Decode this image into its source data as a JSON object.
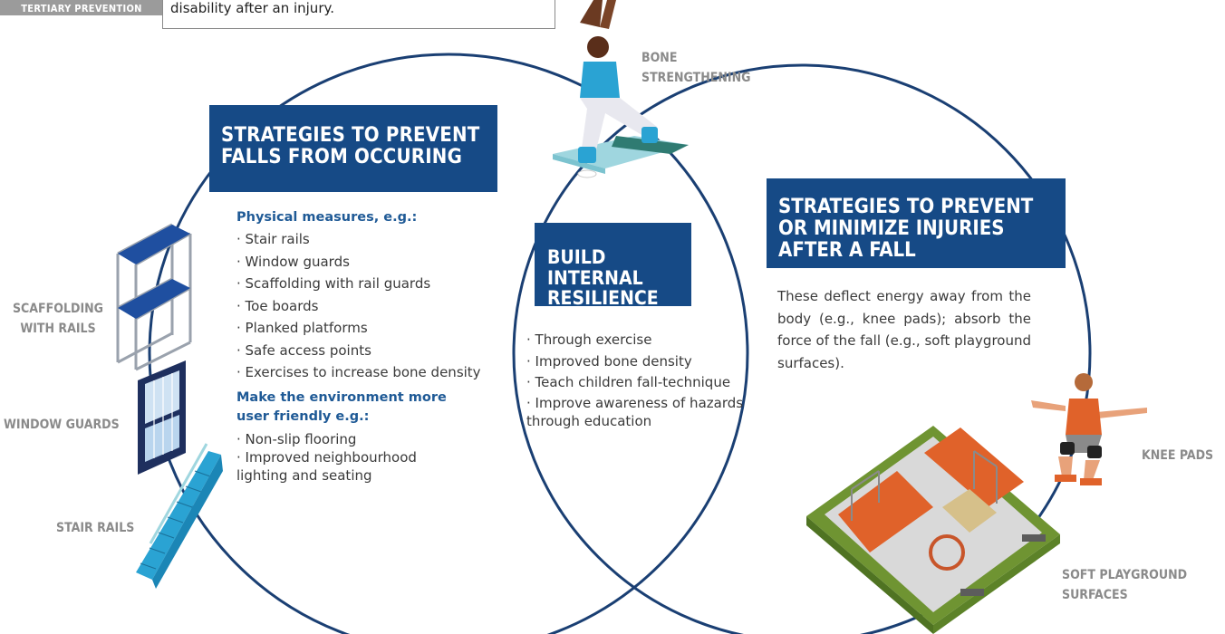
{
  "top": {
    "tag": "TERTIARY PREVENTION",
    "desc": "disability after an injury."
  },
  "boxes": {
    "left_title": "STRATEGIES TO  PREVENT FALLS FROM OCCURING",
    "middle_title": "BUILD INTERNAL RESILIENCE",
    "right_title": "STRATEGIES TO  PREVENT OR MINIMIZE INJURIES AFTER A FALL"
  },
  "left_panel": {
    "heading1": "Physical measures, e.g.:",
    "items1": [
      "· Stair rails",
      "· Window guards",
      "· Scaffolding with rail guards",
      "· Toe boards",
      "· Planked platforms",
      "· Safe access points",
      "· Exercises to increase bone density"
    ],
    "heading2": "Make the environment more user friendly e.g.:",
    "items2": [
      "· Non-slip flooring",
      "· Improved neighbourhood lighting and seating"
    ]
  },
  "middle_panel": {
    "items": [
      "· Through exercise",
      "· Improved bone density",
      "· Teach children fall-technique",
      "· Improve awareness of hazards through education"
    ]
  },
  "right_panel": {
    "text": "These deflect energy away from the body (e.g., knee pads); absorb the force of the fall (e.g., soft playground surfaces)."
  },
  "labels": {
    "bone": "BONE STRENGTHENING",
    "scaffolding": "SCAFFOLDING WITH RAILS",
    "window": "WINDOW GUARDS",
    "stair": "STAIR RAILS",
    "knee": "KNEE PADS",
    "playground": "SOFT PLAYGROUND SURFACES"
  },
  "colors": {
    "navy": "#164a86",
    "heading_blue": "#1f5a96",
    "grey_label": "#8a8a8a",
    "teal": "#3aa0c8",
    "orange": "#e0622a",
    "green": "#7aa23a"
  }
}
